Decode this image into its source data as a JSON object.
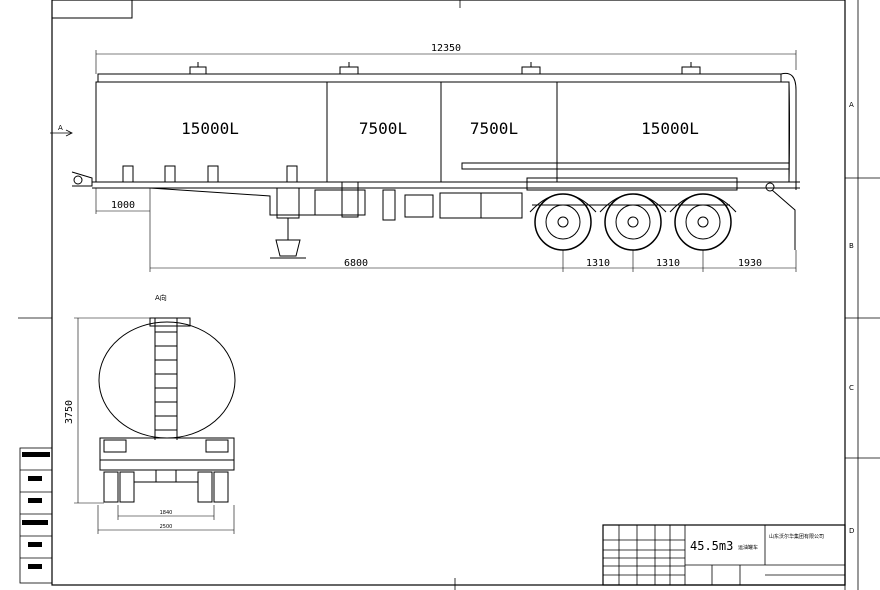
{
  "drawing": {
    "overall_length": "12350",
    "compartments": [
      "15000L",
      "7500L",
      "7500L",
      "15000L"
    ],
    "dims_bottom": [
      "1000",
      "6800",
      "1310",
      "1310",
      "1930"
    ],
    "view_marker": "A",
    "view_label": "A向",
    "height": "3750",
    "track_inner": "1840",
    "track_outer": "2500"
  },
  "frame": {
    "zone_letters": [
      "A",
      "B",
      "C",
      "D"
    ]
  },
  "title_block": {
    "product": "45.5m3",
    "product_suffix": "运油罐车",
    "company": "山东沃尔华集团有限公司"
  }
}
